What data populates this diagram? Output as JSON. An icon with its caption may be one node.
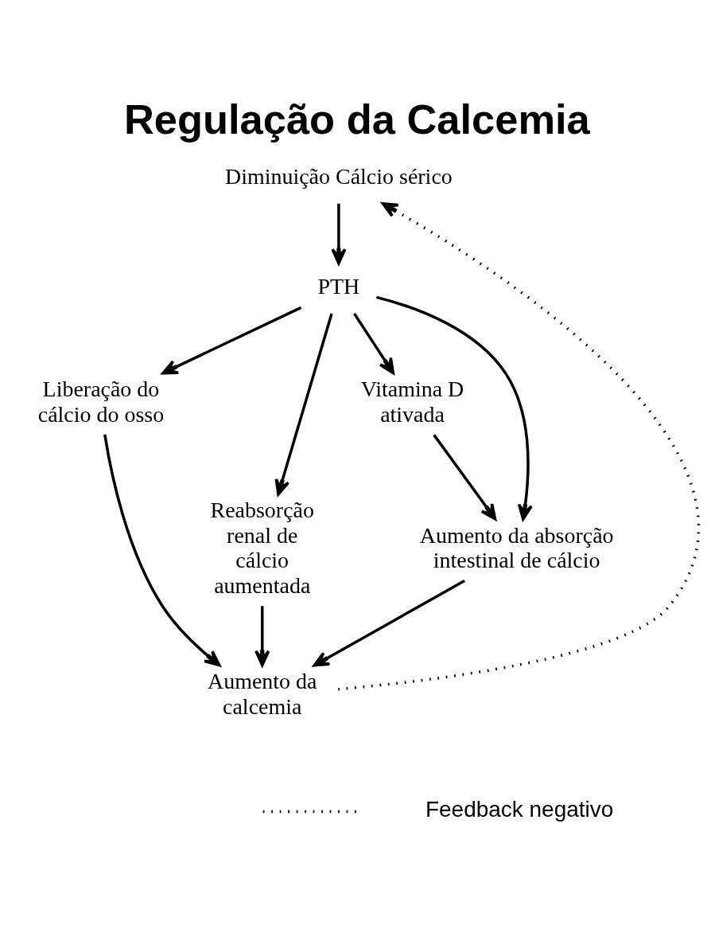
{
  "diagram": {
    "title": "Regulação da Calcemia",
    "nodes": [
      {
        "text": [
          "Diminuição Cálcio sérico"
        ]
      },
      {
        "text": [
          "PTH"
        ]
      },
      {
        "text": [
          "Liberação do cálcio do osso"
        ]
      },
      {
        "text": [
          "Reabsorção renal de cálcio aumentada"
        ]
      },
      {
        "text": [
          "Vitamina D ativada"
        ]
      },
      {
        "text": [
          "Aumento da absorção intestinal de cálcio"
        ]
      },
      {
        "text": [
          "Aumento da calcemia"
        ]
      }
    ],
    "edges": [
      {
        "from": 0,
        "to": 1,
        "arrow": "to"
      },
      {
        "from": 1,
        "to": 2,
        "arrow": "to"
      },
      {
        "from": 1,
        "to": 3,
        "arrow": "to"
      },
      {
        "from": 1,
        "to": 5,
        "arrow": "to"
      },
      {
        "from": 1,
        "to": 4,
        "arrow": "to"
      },
      {
        "from": 2,
        "to": 6,
        "arrow": "to"
      },
      {
        "from": 3,
        "to": 6,
        "arrow": "to"
      },
      {
        "from": 4,
        "to": 5,
        "arrow": "to"
      },
      {
        "from": 5,
        "to": 6,
        "arrow": "to"
      },
      {
        "from": 6,
        "to": 0,
        "arrow": "to",
        "style": "dashed"
      }
    ],
    "legend": [
      {
        "text": "Feedback negativo"
      }
    ]
  }
}
